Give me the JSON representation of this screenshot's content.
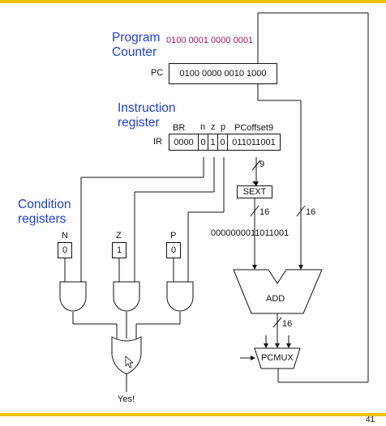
{
  "labels": {
    "program_counter": "Program\nCounter",
    "instruction_register": "Instruction\nregister",
    "condition_registers": "Condition\nregisters"
  },
  "pc": {
    "label": "PC",
    "value": "0100  0000  0010  1000",
    "next_value": "0100  0001  0000  0001"
  },
  "ir": {
    "label": "IR",
    "field_headers": [
      "BR",
      "n",
      "z",
      "p",
      "PCoffset9"
    ],
    "fields": [
      "0000",
      "0",
      "1",
      "0",
      "011011001"
    ]
  },
  "sext": {
    "label": "SEXT",
    "output": "0000000011011001"
  },
  "bus_widths": {
    "ir_to_sext": "9",
    "sext_to_adder": "16",
    "pc_to_adder": "16",
    "adder_to_mux": "16"
  },
  "cc": {
    "n_label": "N",
    "n_value": "0",
    "z_label": "Z",
    "z_value": "1",
    "p_label": "P",
    "p_value": "0"
  },
  "adder_label": "ADD",
  "mux_label": "PCMUX",
  "or_output": "Yes!",
  "slide_number": "41",
  "colors": {
    "accent_rule": "#f2c200",
    "label_blue": "#1f3fd6",
    "pc_next_value": "#a0185a"
  }
}
